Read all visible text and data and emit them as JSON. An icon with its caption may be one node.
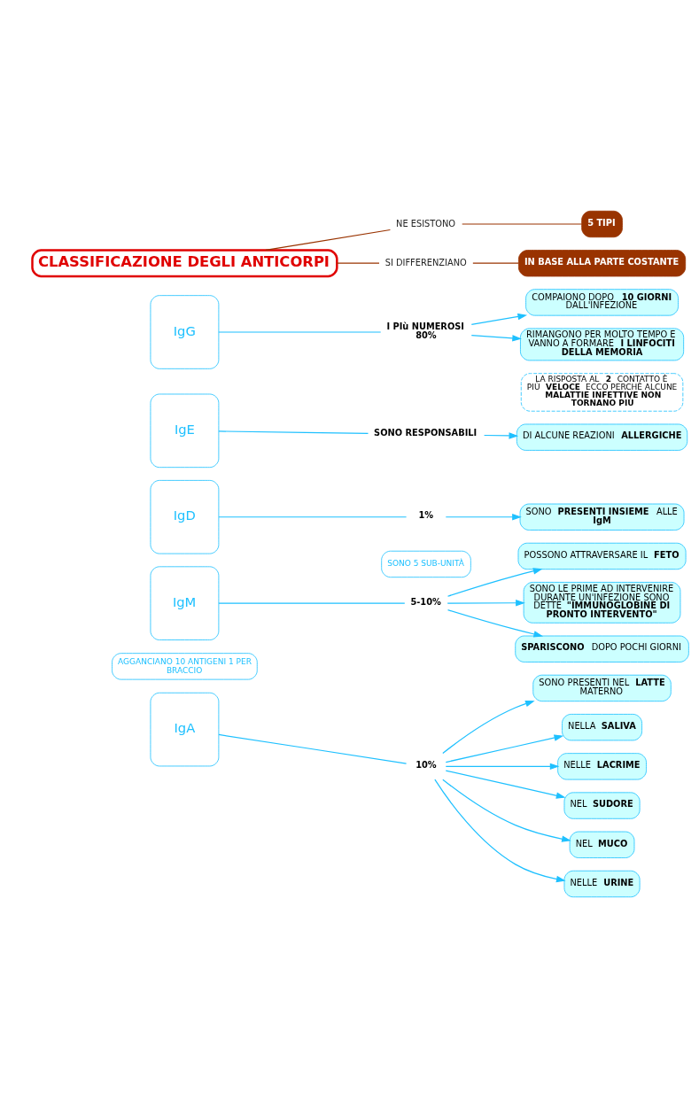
{
  "diagram": {
    "nodes": [
      {
        "text": [
          "CLASSIFICAZIONE DEGLI ANTICORPI"
        ]
      },
      {
        "text": [
          "NE ESISTONO"
        ]
      },
      {
        "text": [
          "5 TIPI"
        ]
      },
      {
        "text": [
          "SI DIFFERENZIANO"
        ]
      },
      {
        "text": [
          "IN BASE ALLA PARTE COSTANTE"
        ]
      },
      {
        "text": [
          "IgG"
        ]
      },
      {
        "text": [
          "I PIù NUMEROSI 80%"
        ]
      },
      {
        "text": [
          "COMPAIONO DOPO **10 GIORNI** DALL'INFEZIONE"
        ]
      },
      {
        "text": [
          "RIMANGONO PER MOLTO TEMPO E VANNO A FORMARE **I LINFOCITI DELLA MEMORIA**"
        ]
      },
      {
        "text": [
          "LA RISPOSTA AL **2** CONTATTO È PIÙ **VELOCE** ECCO PERCHÈ ALCUNE **MALATTIE INFETTIVE NON TORNANO PIÙ**"
        ]
      },
      {
        "text": [
          "IgE"
        ]
      },
      {
        "text": [
          "SONO RESPONSABILI"
        ]
      },
      {
        "text": [
          "DI ALCUNE REAZIONI **ALLERGICHE**"
        ]
      },
      {
        "text": [
          "IgD"
        ]
      },
      {
        "text": [
          "1%"
        ]
      },
      {
        "text": [
          "SONO **PRESENTI INSIEME** ALLE **IgM**"
        ]
      },
      {
        "text": [
          "IgM"
        ]
      },
      {
        "text": [
          "SONO 5 SUB-UNITÀ"
        ]
      },
      {
        "text": [
          "5-10%"
        ]
      },
      {
        "text": [
          "POSSONO ATTRAVERSARE IL **FETO**"
        ]
      },
      {
        "text": [
          "SONO LE PRIME AD INTERVENIRE DURANTE UN'INFEZIONE SONO DETTE **\"IMMUNOGLOBINE DI PRONTO INTERVENTO\"**"
        ]
      },
      {
        "text": [
          "**SPARISCONO** DOPO POCHI GIORNI"
        ]
      },
      {
        "text": [
          "AGGANCIANO 10 ANTIGENI 1 PER BRACCIO"
        ]
      },
      {
        "text": [
          "IgA"
        ]
      },
      {
        "text": [
          "10%"
        ]
      },
      {
        "text": [
          "SONO PRESENTI NEL **LATTE** MATERNO"
        ]
      },
      {
        "text": [
          "NELLA **SALIVA**"
        ]
      },
      {
        "text": [
          "NELLE **LACRIME**"
        ]
      },
      {
        "text": [
          "NEL **SUDORE**"
        ]
      },
      {
        "text": [
          "NEL **MUCO**"
        ]
      },
      {
        "text": [
          "NELLE **URINE**"
        ]
      }
    ],
    "edges": [
      {
        "from": 0,
        "to": 1,
        "arrow": "none",
        "color": "#993300"
      },
      {
        "from": 1,
        "to": 2,
        "arrow": "none",
        "color": "#993300"
      },
      {
        "from": 0,
        "to": 3,
        "arrow": "none",
        "color": "#993300"
      },
      {
        "from": 3,
        "to": 4,
        "arrow": "none",
        "color": "#993300"
      },
      {
        "from": 5,
        "to": 6,
        "arrow": "none"
      },
      {
        "from": 6,
        "to": 7,
        "arrow": "to"
      },
      {
        "from": 6,
        "to": 8,
        "arrow": "to"
      },
      {
        "from": 10,
        "to": 11,
        "arrow": "none"
      },
      {
        "from": 11,
        "to": 12,
        "arrow": "to"
      },
      {
        "from": 13,
        "to": 14,
        "arrow": "none"
      },
      {
        "from": 14,
        "to": 15,
        "arrow": "to"
      },
      {
        "from": 16,
        "to": 18,
        "arrow": "none"
      },
      {
        "from": 18,
        "to": 19,
        "arrow": "to"
      },
      {
        "from": 18,
        "to": 20,
        "arrow": "to"
      },
      {
        "from": 18,
        "to": 21,
        "arrow": "to"
      },
      {
        "from": 23,
        "to": 24,
        "arrow": "none"
      },
      {
        "from": 24,
        "to": 25,
        "arrow": "to"
      },
      {
        "from": 24,
        "to": 26,
        "arrow": "to"
      },
      {
        "from": 24,
        "to": 27,
        "arrow": "to"
      },
      {
        "from": 24,
        "to": 28,
        "arrow": "to"
      },
      {
        "from": 24,
        "to": 29,
        "arrow": "to"
      },
      {
        "from": 24,
        "to": 30,
        "arrow": "to"
      }
    ]
  }
}
